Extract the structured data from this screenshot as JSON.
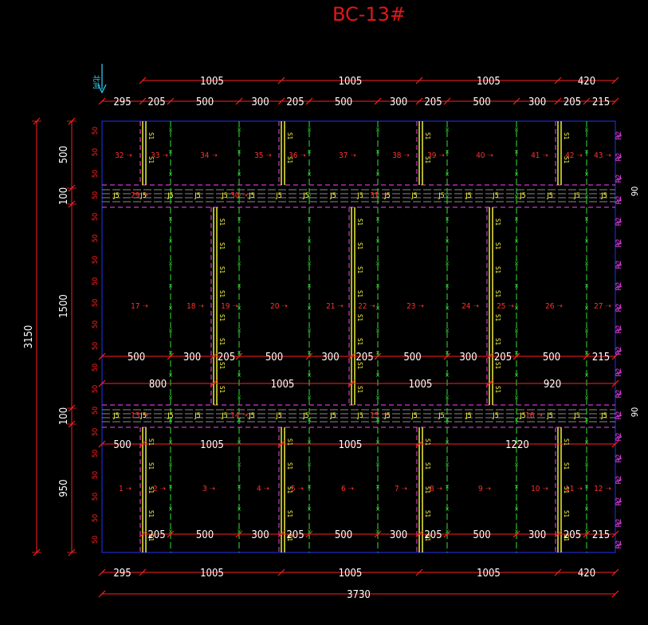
{
  "title": "BC-13#",
  "north_mark": "北向",
  "top_dims": {
    "row1": [
      "1005",
      "1005",
      "1005",
      "420"
    ],
    "row2": [
      "295",
      "205",
      "500",
      "300",
      "205",
      "500",
      "300",
      "205",
      "500",
      "300",
      "205",
      "215"
    ]
  },
  "bottom_dims": {
    "row1": [
      "295",
      "1005",
      "1005",
      "1005",
      "420"
    ],
    "total": "3730"
  },
  "left_dims": {
    "outer": "3150",
    "inner": [
      "500",
      "100",
      "1500",
      "100",
      "950"
    ],
    "tick": "50"
  },
  "middle_dims": {
    "row_a": [
      "500",
      "300",
      "205",
      "500",
      "300",
      "205",
      "500",
      "300",
      "205",
      "500",
      "215"
    ],
    "row_b": [
      "800",
      "1005",
      "1005",
      "920"
    ],
    "row_c": [
      "500",
      "1005",
      "1005",
      "1220"
    ],
    "row_d": [
      "205",
      "500",
      "300",
      "205",
      "500",
      "300",
      "205",
      "500",
      "300",
      "205",
      "215"
    ]
  },
  "right_labels": {
    "r": "R2",
    "dim_90": "90"
  },
  "panel_numbers": {
    "top": [
      "32",
      "33",
      "34",
      "35",
      "36",
      "37",
      "38",
      "39",
      "40",
      "41",
      "42",
      "43"
    ],
    "middle": [
      "17",
      "18",
      "19",
      "20",
      "21",
      "22",
      "23",
      "24",
      "25",
      "26",
      "27"
    ],
    "bottom": [
      "1",
      "2",
      "3",
      "4",
      "5",
      "6",
      "7",
      "8",
      "9",
      "10",
      "11",
      "12"
    ],
    "band1": [
      "29",
      "30",
      "31"
    ],
    "band2": [
      "13",
      "14",
      "15",
      "16"
    ]
  },
  "joist_label": "J5",
  "beam_label": "S1",
  "colors": {
    "background": "#000000",
    "frame": "#1a2ccc",
    "dimension": "#ff2020",
    "text": "#ffffff",
    "green": "#33e033",
    "yellow": "#ffff40",
    "magenta": "#ff44ff",
    "cyan": "#30d8ff",
    "gray": "#b8b8b8"
  }
}
